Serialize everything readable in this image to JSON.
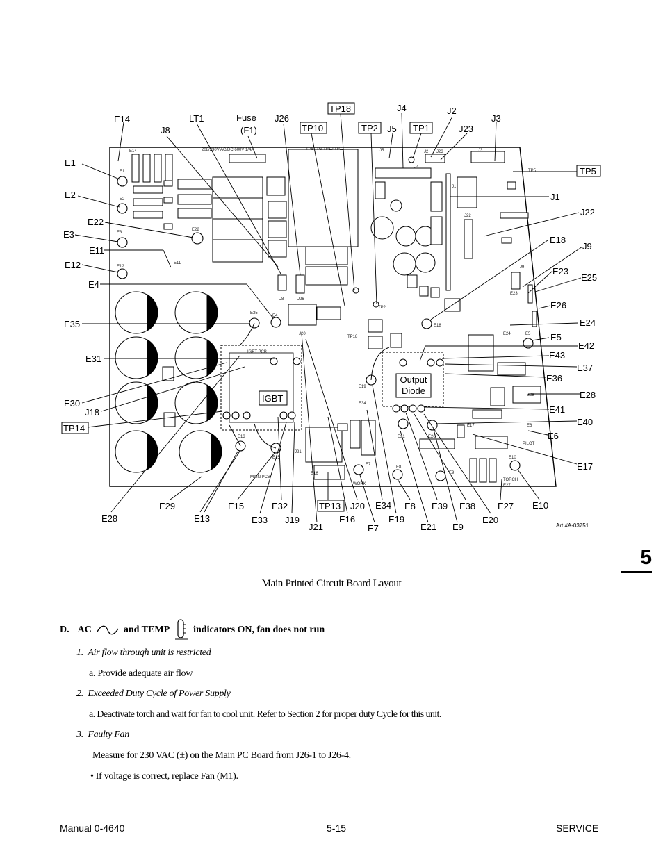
{
  "diagram": {
    "title": "Main Printed Circuit Board Layout",
    "art_ref": "Art #A-03751",
    "block_labels": {
      "igbt": "IGBT",
      "output_diode": "Output Diode"
    },
    "callouts": {
      "E14": "E14",
      "LT1": "LT1",
      "Fuse": "Fuse",
      "F1": "(F1)",
      "J26": "J26",
      "TP18": "TP18",
      "J4": "J4",
      "J2": "J2",
      "J8": "J8",
      "TP10": "TP10",
      "TP2": "TP2",
      "J5": "J5",
      "TP1": "TP1",
      "J23": "J23",
      "J3": "J3",
      "E1": "E1",
      "TP5": "TP5",
      "E2": "E2",
      "J1": "J1",
      "E22": "E22",
      "J22": "J22",
      "E3": "E3",
      "E18": "E18",
      "E11": "E11",
      "J9": "J9",
      "E12": "E12",
      "E23": "E23",
      "E25": "E25",
      "E4": "E4",
      "E26": "E26",
      "E35": "E35",
      "E24": "E24",
      "E5": "E5",
      "E42": "E42",
      "E31": "E31",
      "E43": "E43",
      "E37": "E37",
      "E36": "E36",
      "E30": "E30",
      "E28r": "E28",
      "J18": "J18",
      "E41": "E41",
      "TP14": "TP14",
      "E40": "E40",
      "E6": "E6",
      "E17": "E17",
      "E29": "E29",
      "E15": "E15",
      "E32": "E32",
      "TP13": "TP13",
      "J20": "J20",
      "E34": "E34",
      "E8": "E8",
      "E39": "E39",
      "E38": "E38",
      "E27": "E27",
      "E10": "E10",
      "E28l": "E28",
      "E13": "E13",
      "E33": "E33",
      "J19": "J19",
      "E16": "E16",
      "E19": "E19",
      "E20": "E20",
      "J21": "J21",
      "E7": "E7",
      "E21": "E21",
      "E9": "E9"
    }
  },
  "section_number": "5",
  "troubleshooting": {
    "heading_prefix": "D.",
    "heading_ac": "AC",
    "heading_temp": "and TEMP",
    "heading_suffix": "indicators ON, fan does not run",
    "steps": [
      {
        "num": "1.",
        "title": "Air flow through unit is restricted",
        "action": "a.   Provide adequate air flow"
      },
      {
        "num": "2.",
        "title": "Exceeded Duty Cycle of Power Supply",
        "action": "a.   Deactivate torch and wait for fan to cool unit. Refer to Section 2 for proper duty Cycle for this unit."
      },
      {
        "num": "3.",
        "title": "Faulty Fan",
        "action": "Measure for 230 VAC (±) on the Main PC Board from J26-1 to J26-4.",
        "bullet": "•   If voltage is correct, replace Fan (M1)."
      }
    ]
  },
  "footer": {
    "manual": "Manual 0-4640",
    "page": "5-15",
    "section": "SERVICE"
  }
}
